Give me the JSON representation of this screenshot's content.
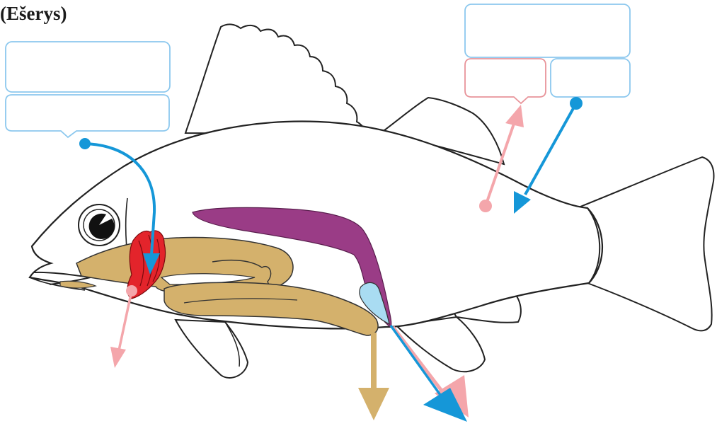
{
  "title": "(Ešerys)",
  "label_boxes": [
    {
      "id": "left-top",
      "color": "blue",
      "text": ""
    },
    {
      "id": "left-bottom",
      "color": "blue",
      "text": ""
    },
    {
      "id": "right-top",
      "color": "blue",
      "text": ""
    },
    {
      "id": "right-bottom-left",
      "color": "pink",
      "text": ""
    },
    {
      "id": "right-bottom-right",
      "color": "blue",
      "text": ""
    }
  ],
  "colors": {
    "blue": "#1597d8",
    "pink": "#f4a6ab",
    "box_blue": "#8cc8ee",
    "box_pink": "#e8949a",
    "purple": "#9a3c86",
    "tan": "#d4b16c",
    "gill_red": "#e3242b",
    "light_blue": "#a9dcf2",
    "outline": "#222222"
  }
}
